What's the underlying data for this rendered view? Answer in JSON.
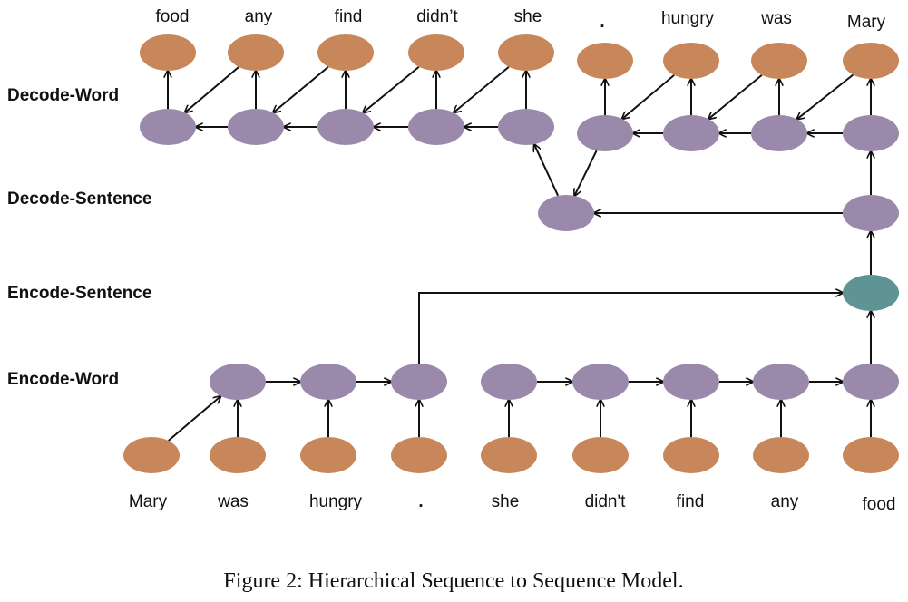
{
  "row_labels": {
    "decode_word": "Decode-Word",
    "decode_sentence": "Decode-Sentence",
    "encode_sentence": "Encode-Sentence",
    "encode_word": "Encode-Word"
  },
  "input_words": [
    "Mary",
    "was",
    "hungry",
    ".",
    "she",
    "didn't",
    "find",
    "any",
    "food"
  ],
  "output_words_sentence1": [
    "food",
    "any",
    "find",
    "didn’t",
    "she"
  ],
  "output_words_sentence2": [
    ".",
    "hungry",
    "was",
    "Mary"
  ],
  "caption": "Figure 2: Hierarchical Sequence to Sequence Model.",
  "colors": {
    "word_node": "#c8875a",
    "hidden_node": "#9b89ab",
    "sentence_vector_node": "#5e9494",
    "edge": "#111111",
    "background": "#ffffff"
  }
}
